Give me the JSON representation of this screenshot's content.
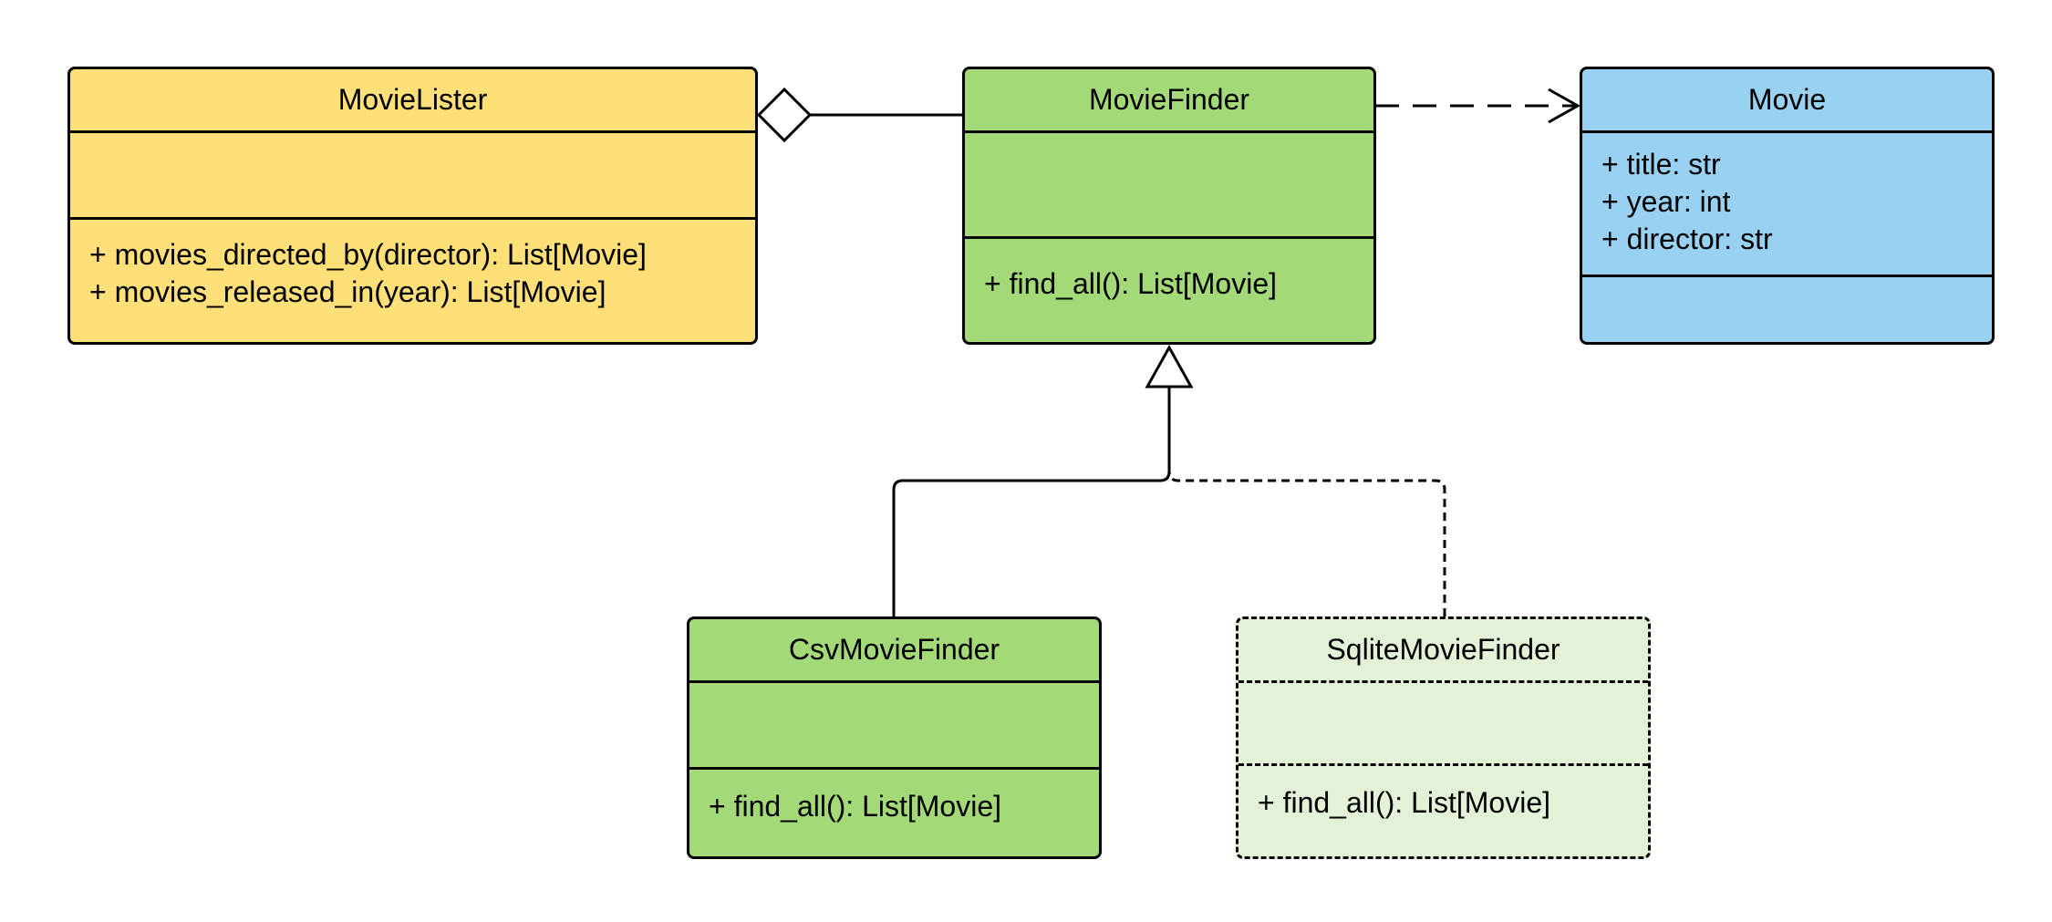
{
  "diagram": {
    "colors": {
      "movie_lister": "#fedf78",
      "movie_finder": "#a3d977",
      "csv_movie_finder": "#a3d977",
      "sqlite_movie_finder": "#e3f2d6",
      "movie": "#99d1f3",
      "stroke": "#000000"
    },
    "classes": {
      "movie_lister": {
        "name": "MovieLister",
        "attributes": [],
        "methods": [
          "+ movies_directed_by(director): List[Movie]",
          "+ movies_released_in(year): List[Movie]"
        ]
      },
      "movie_finder": {
        "name": "MovieFinder",
        "attributes": [],
        "methods": [
          "+ find_all(): List[Movie]"
        ]
      },
      "movie": {
        "name": "Movie",
        "attributes": [
          "+ title: str",
          "+ year: int",
          "+ director: str"
        ],
        "methods": []
      },
      "csv_movie_finder": {
        "name": "CsvMovieFinder",
        "attributes": [],
        "methods": [
          "+ find_all(): List[Movie]"
        ]
      },
      "sqlite_movie_finder": {
        "name": "SqliteMovieFinder",
        "attributes": [],
        "methods": [
          "+ find_all(): List[Movie]"
        ]
      }
    },
    "relationships": [
      {
        "type": "aggregation",
        "from": "MovieLister",
        "to": "MovieFinder"
      },
      {
        "type": "dependency",
        "from": "MovieFinder",
        "to": "Movie"
      },
      {
        "type": "inheritance",
        "from": "CsvMovieFinder",
        "to": "MovieFinder"
      },
      {
        "type": "realization",
        "from": "SqliteMovieFinder",
        "to": "MovieFinder"
      }
    ]
  }
}
